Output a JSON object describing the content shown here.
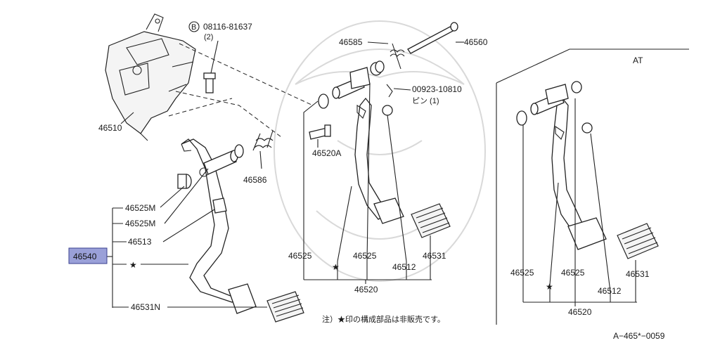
{
  "diagram": {
    "parts": {
      "bracket": "46510",
      "bolt_ref": "08116-81637",
      "bolt_qty": "(2)",
      "bolt_circle": "B",
      "spring_mt": "46586",
      "pin_top_spring": "46585",
      "shaft_bolt": "46560",
      "pin_ref": "00923-10810",
      "pin_label": "ピン (1)",
      "bolt_mid": "46520A",
      "bushing_m1": "46525M",
      "bushing_m2": "46525M",
      "lever_13": "46513",
      "assy": "46540",
      "pad_n": "46531N",
      "mt_46525a": "46525",
      "mt_46525b": "46525",
      "mt_46512": "46512",
      "mt_46531": "46531",
      "mt_46520": "46520",
      "at_46525a": "46525",
      "at_46525b": "46525",
      "at_46512": "46512",
      "at_46531": "46531",
      "at_46520": "46520"
    },
    "at_label": "AT",
    "star": "★",
    "note": "注）★印の構成部品は非販売です。",
    "ref_code": "A−465*−0059",
    "highlight_color": "#9aa0d8"
  }
}
